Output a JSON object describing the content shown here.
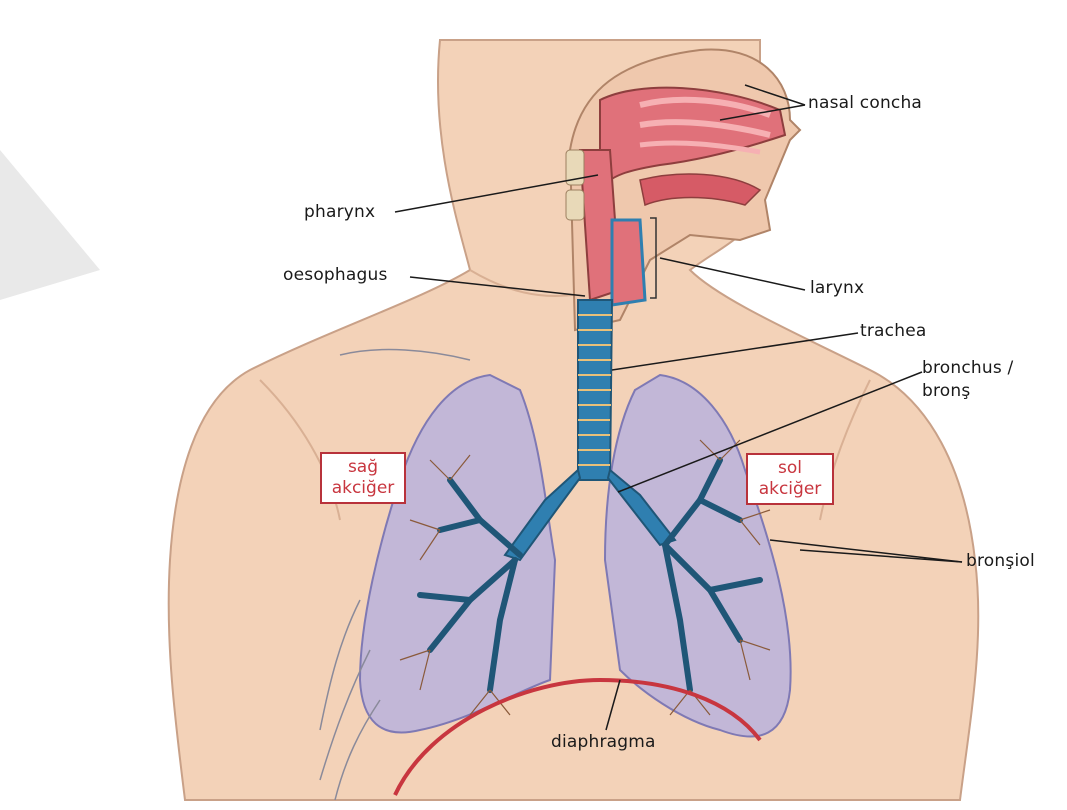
{
  "labels": {
    "nasal_concha": "nasal concha",
    "pharynx": "pharynx",
    "oesophagus": "oesophagus",
    "larynx": "larynx",
    "trachea": "trachea",
    "bronchus_line1": "bronchus /",
    "bronchus_line2": "bronş",
    "bronsiol": "bronşiol",
    "diaphragma": "diaphragma",
    "right_lung_line1": "sağ",
    "right_lung_line2": "akciğer",
    "left_lung_line1": "sol",
    "left_lung_line2": "akciğer"
  },
  "colors": {
    "skin": "#f3d2b8",
    "skin_outline": "#c9a188",
    "lung_fill": "#b9b3dc",
    "lung_outline": "#7f79b4",
    "airway": "#e0717a",
    "trachea": "#2f7fb0",
    "bronchiole": "#8a5a3a",
    "diaphragm": "#c8363f",
    "label_box": "#b8323b"
  }
}
